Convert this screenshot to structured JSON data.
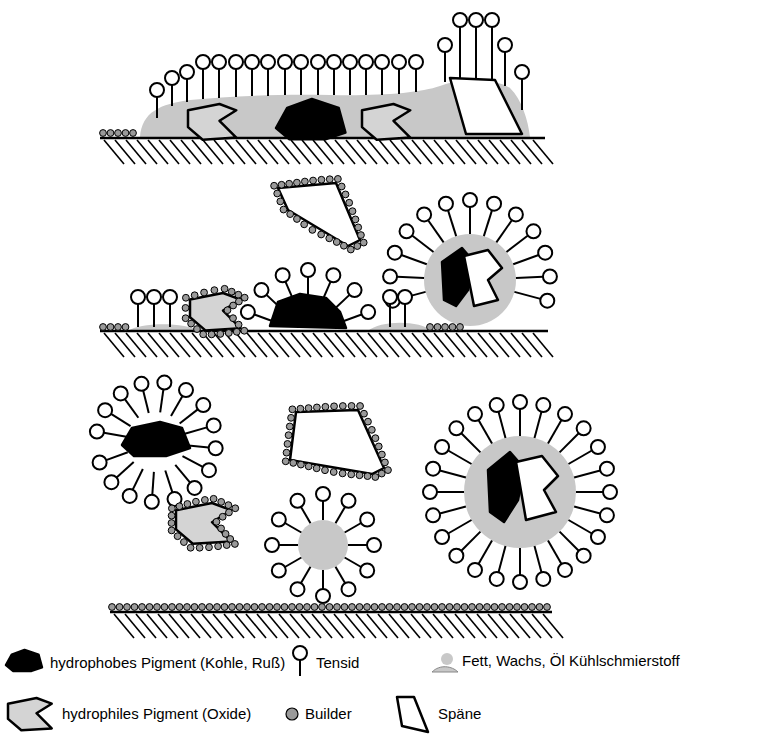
{
  "diagram": {
    "legend": [
      {
        "text": "hydrophobes Pigment (Kohle, Ruß)"
      },
      {
        "text": "Tensid"
      },
      {
        "text": "Fett, Wachs, Öl Kühlschmierstoff"
      },
      {
        "text": "hydrophiles Pigment (Oxide)"
      },
      {
        "text": "Builder"
      },
      {
        "text": "Späne"
      }
    ]
  }
}
